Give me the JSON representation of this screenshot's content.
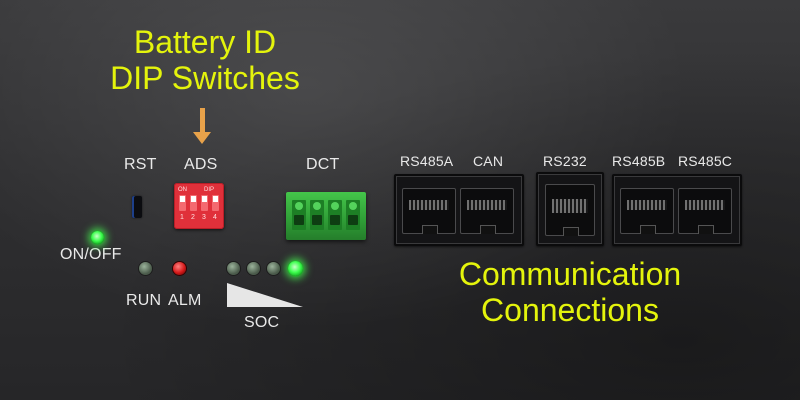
{
  "callouts": {
    "battery_id": [
      "Battery ID",
      "DIP Switches"
    ],
    "communication": [
      "Communication",
      "Connections"
    ]
  },
  "labels": {
    "rst": "RST",
    "ads": "ADS",
    "dct": "DCT",
    "on_off": "ON/OFF",
    "run": "RUN",
    "alm": "ALM",
    "soc": "SOC",
    "rs485a": "RS485A",
    "can": "CAN",
    "rs232": "RS232",
    "rs485b": "RS485B",
    "rs485c": "RS485C"
  },
  "dip_switch": {
    "on_label": "ON",
    "dip_label": "DIP",
    "positions": [
      "1",
      "2",
      "3",
      "4"
    ]
  },
  "leds": {
    "on_off": "green-lit",
    "run": "off",
    "alm": "red",
    "soc": [
      "off",
      "off",
      "off",
      "green-lit"
    ]
  },
  "colors": {
    "callout_text": "#e4f40c",
    "arrow": "#e8a24a",
    "dip_switch": "#e0303a",
    "terminal": "#3db544",
    "led_green": "#3dff4e",
    "led_red": "#d41818"
  }
}
